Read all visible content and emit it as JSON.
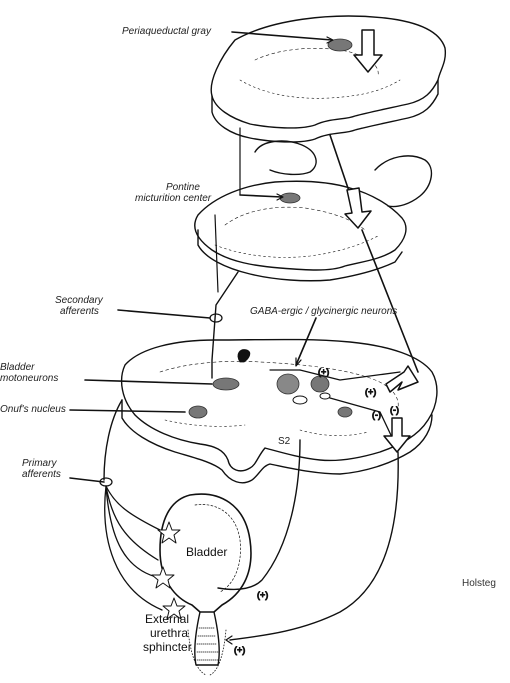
{
  "labels": {
    "periaqueductal_gray": "Periaqueductal gray",
    "pontine_center_1": "Pontine",
    "pontine_center_2": "micturition center",
    "secondary_afferents_1": "Secondary",
    "secondary_afferents_2": "afferents",
    "gaba_neurons": "GABA-ergic / glycinergic neurons",
    "bladder_motoneurons_1": "Bladder",
    "bladder_motoneurons_2": "motoneurons",
    "onufs_nucleus": "Onuf's nucleus",
    "primary_afferents_1": "Primary",
    "primary_afferents_2": "afferents",
    "bladder": "Bladder",
    "sphincter_1": "External",
    "sphincter_2": "urethra",
    "sphincter_3": "sphincter",
    "spinal_level": "S2",
    "credit": "Holsteg"
  },
  "signs": {
    "excite": "(+)",
    "inhibit": "(-)"
  },
  "colors": {
    "ink": "#111111",
    "nucleus_gray": "#777777",
    "arrow_fill": "#ffffff"
  }
}
